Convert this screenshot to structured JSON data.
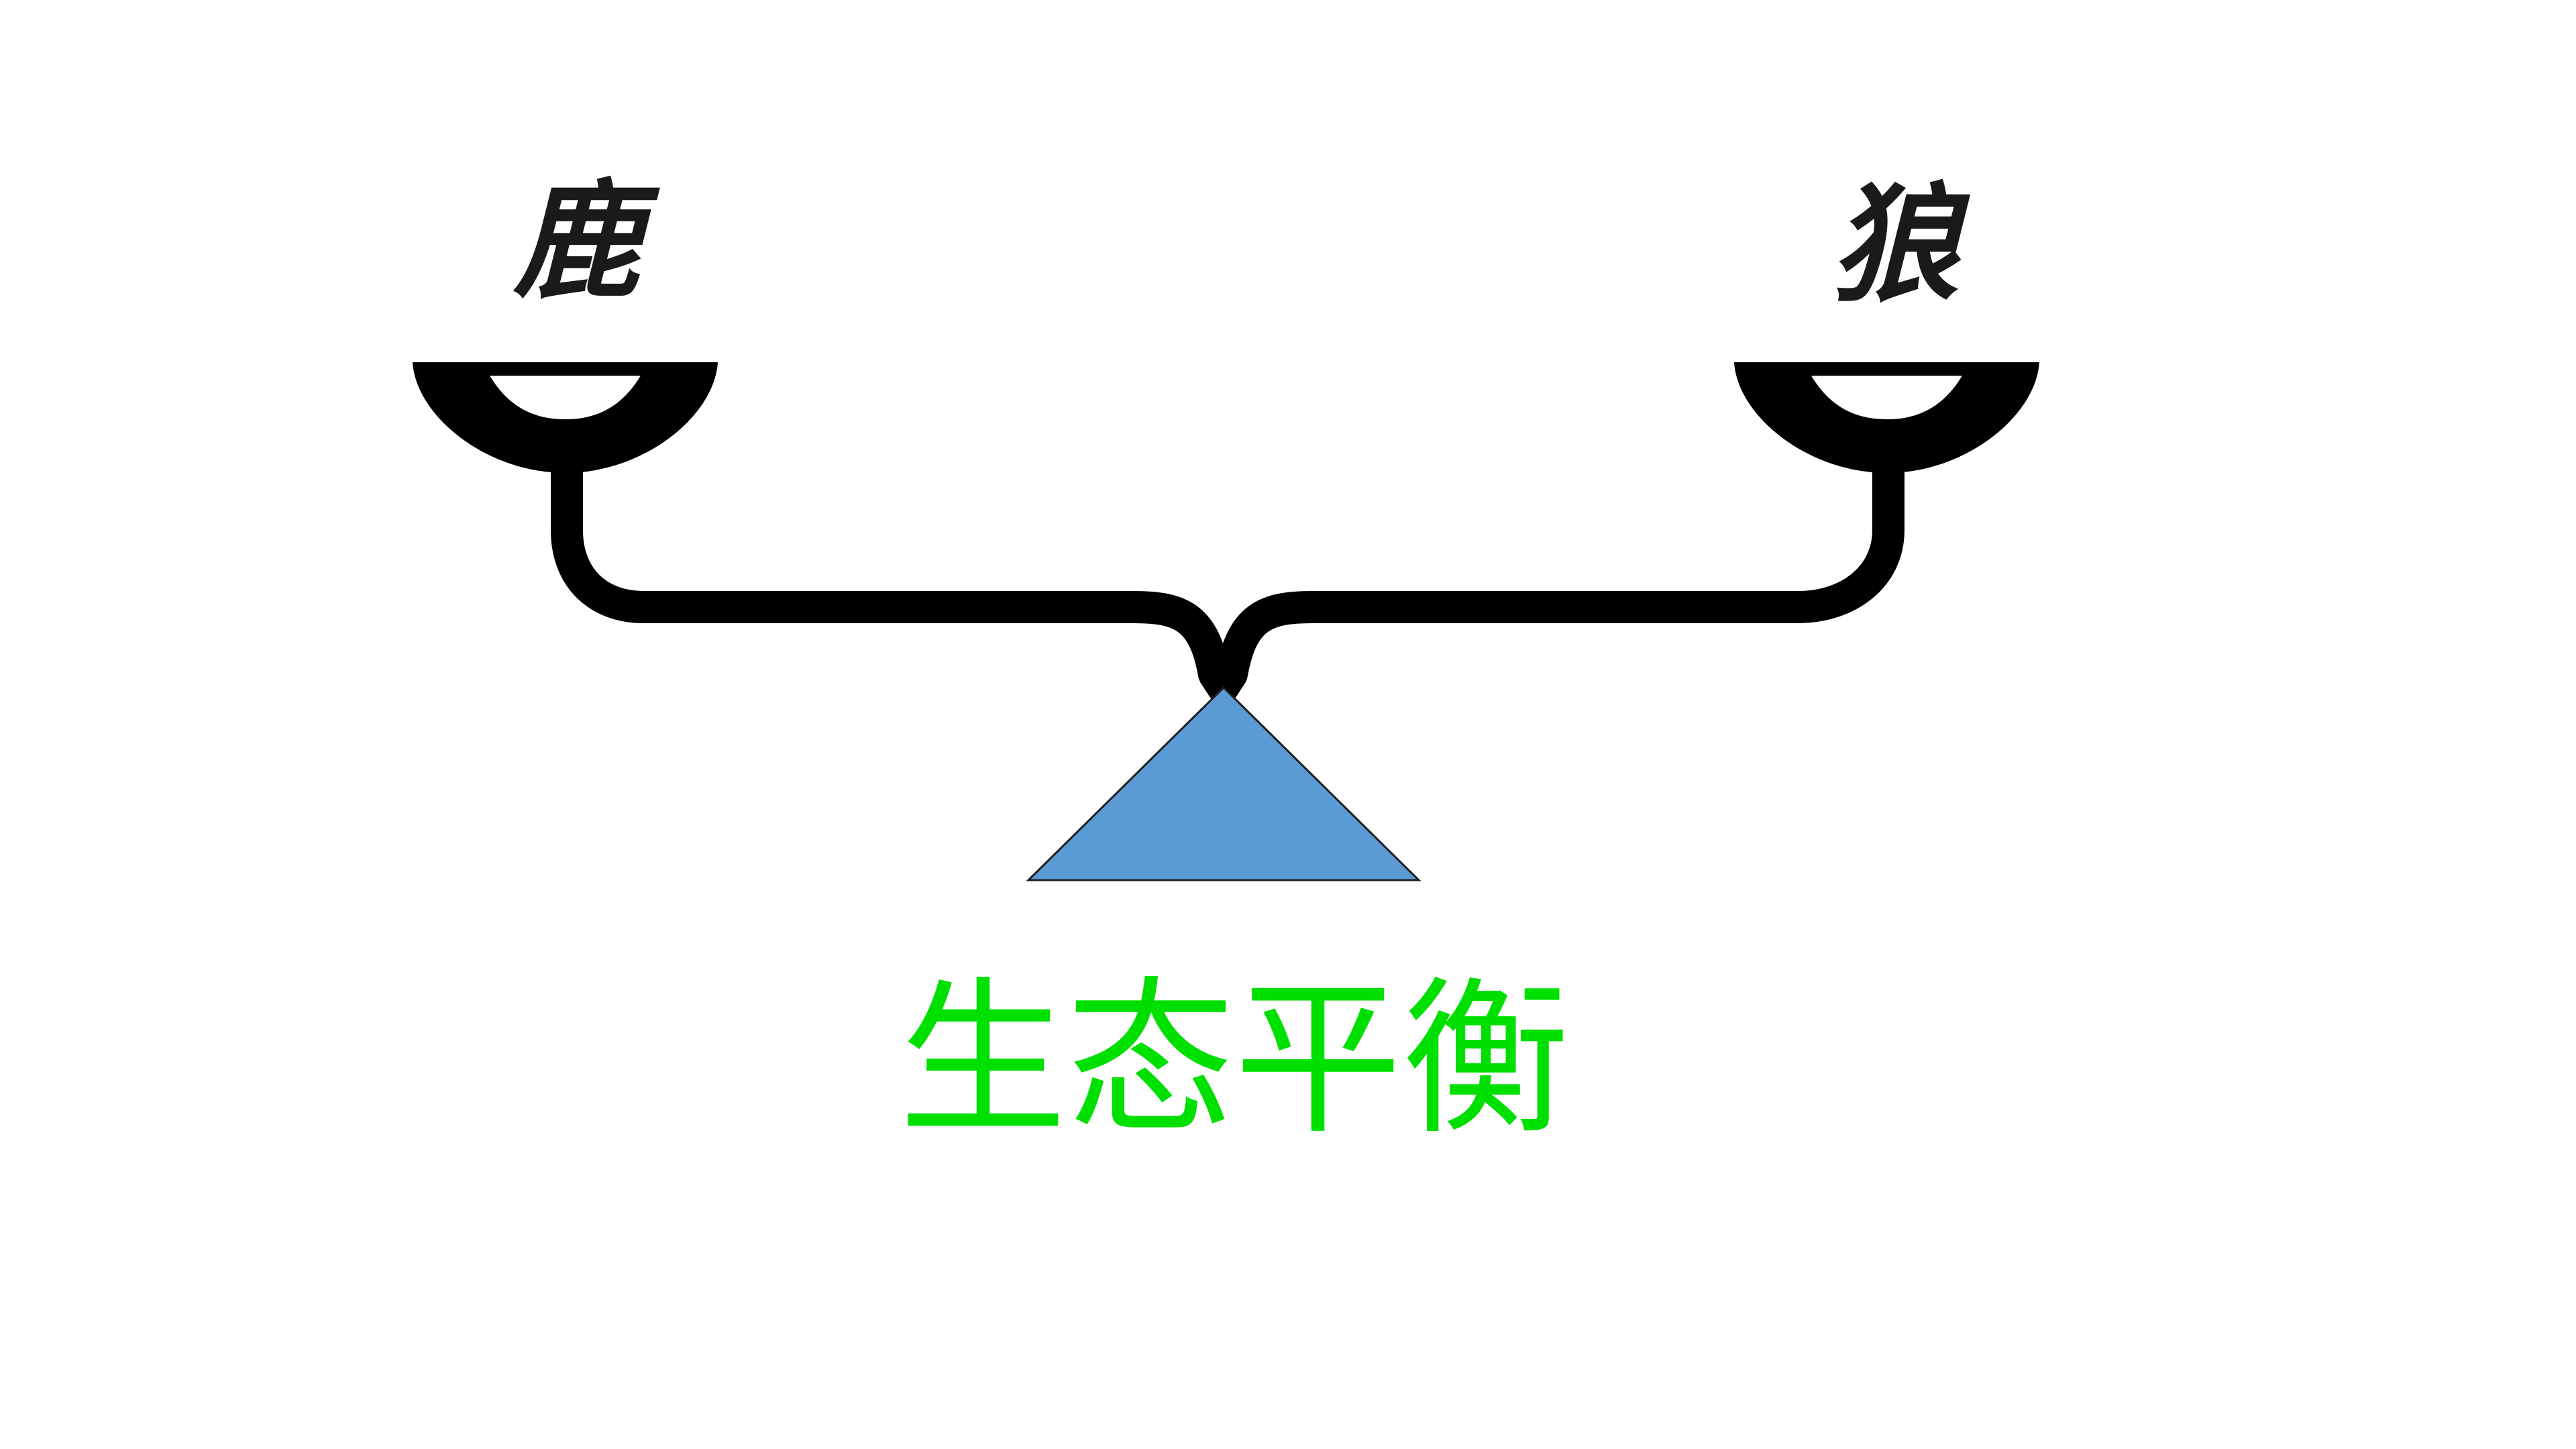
{
  "diagram": {
    "left_pan_label": "鹿",
    "right_pan_label": "狼",
    "caption": "生态平衡"
  },
  "colors": {
    "beam": "#000000",
    "fulcrum_fill": "#5b9bd5",
    "fulcrum_stroke": "#1f1f1f",
    "caption": "#00e000",
    "background": "#ffffff"
  }
}
